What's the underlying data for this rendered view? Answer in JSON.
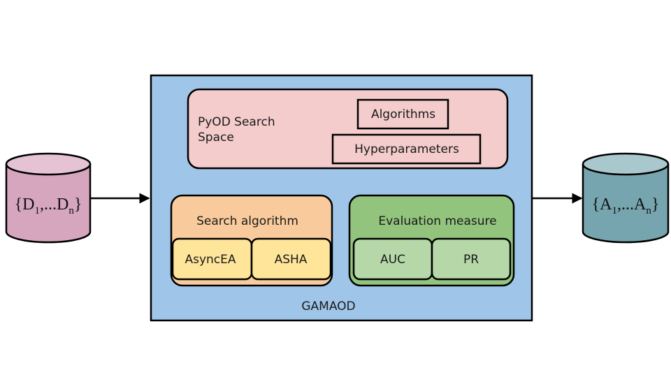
{
  "diagram": {
    "input_db": {
      "open": "{D",
      "first_sub": "1",
      "dots": ",...D",
      "last_sub": "n",
      "close": "}"
    },
    "output_db": {
      "open": "{A",
      "first_sub": "1",
      "dots": ",...A",
      "last_sub": "n",
      "close": "}"
    },
    "system": {
      "label": "GAMAOD",
      "search_space": {
        "title_line1": "PyOD Search",
        "title_line2": "Space",
        "items": [
          "Algorithms",
          "Hyperparameters"
        ]
      },
      "search_algorithm": {
        "title": "Search algorithm",
        "options": [
          "AsyncEA",
          "ASHA"
        ]
      },
      "evaluation_measure": {
        "title": "Evaluation measure",
        "options": [
          "AUC",
          "PR"
        ]
      }
    }
  },
  "colors": {
    "input_db_body": "#d5a6bd",
    "input_db_top": "#e6c3d4",
    "output_db_body": "#76a5af",
    "output_db_top": "#a9c8cd",
    "system_fill": "#9fc5e8",
    "search_space_fill": "#f4cccc",
    "search_algorithm_fill": "#f9cb9c",
    "search_option_fill": "#ffe599",
    "evaluation_fill": "#93c47d",
    "evaluation_option_fill": "#b6d7a8"
  }
}
